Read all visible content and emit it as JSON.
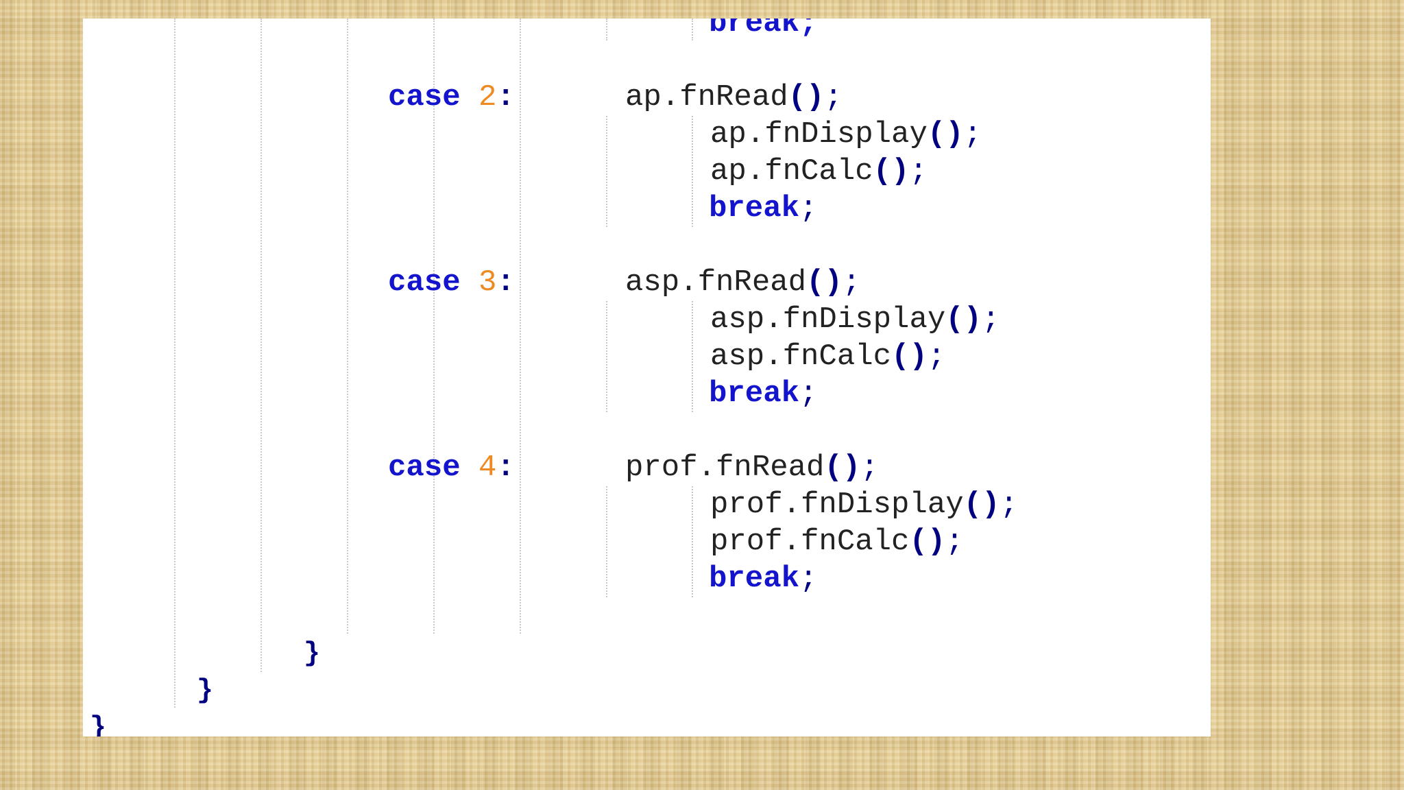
{
  "colors": {
    "keyword": "#1414cc",
    "number": "#ee8a22",
    "punctuation": "#000080",
    "identifier": "#222222",
    "guide": "#c9c9c9",
    "panel": "#ffffff",
    "background": "#e6cf96"
  },
  "code": {
    "top_break": "break;",
    "cases": [
      {
        "keyword": "case",
        "number": "2",
        "colon": ":",
        "lines": [
          {
            "object": "ap",
            "method": ".fnRead",
            "parens": "()",
            "semi": ";"
          },
          {
            "object": "ap",
            "method": ".fnDisplay",
            "parens": "()",
            "semi": ";"
          },
          {
            "object": "ap",
            "method": ".fnCalc",
            "parens": "()",
            "semi": ";"
          }
        ],
        "break_kw": "break",
        "break_semi": ";"
      },
      {
        "keyword": "case",
        "number": "3",
        "colon": ":",
        "lines": [
          {
            "object": "asp",
            "method": ".fnRead",
            "parens": "()",
            "semi": ";"
          },
          {
            "object": "asp",
            "method": ".fnDisplay",
            "parens": "()",
            "semi": ";"
          },
          {
            "object": "asp",
            "method": ".fnCalc",
            "parens": "()",
            "semi": ";"
          }
        ],
        "break_kw": "break",
        "break_semi": ";"
      },
      {
        "keyword": "case",
        "number": "4",
        "colon": ":",
        "lines": [
          {
            "object": "prof",
            "method": ".fnRead",
            "parens": "()",
            "semi": ";"
          },
          {
            "object": "prof",
            "method": ".fnDisplay",
            "parens": "()",
            "semi": ";"
          },
          {
            "object": "prof",
            "method": ".fnCalc",
            "parens": "()",
            "semi": ";"
          }
        ],
        "break_kw": "break",
        "break_semi": ";"
      }
    ],
    "closing_braces": [
      "}",
      "}",
      "}"
    ]
  }
}
